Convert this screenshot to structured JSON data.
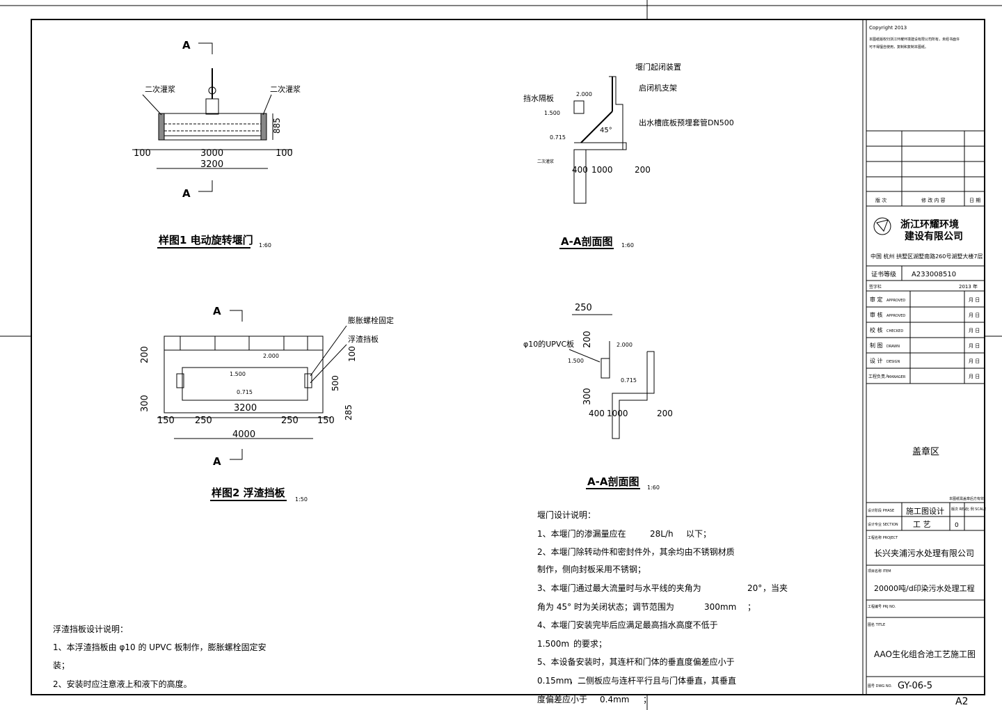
{
  "sheet": {
    "size_mark": "A2"
  },
  "fig1": {
    "section_mark": "A",
    "label_grout_left": "二次灌浆",
    "label_grout_right": "二次灌浆",
    "dims": {
      "left": "100",
      "inner": "3000",
      "right": "100",
      "total": "3200",
      "height": "885"
    },
    "title": "样图1 电动旋转堰门",
    "scale": "1:60"
  },
  "fig1_section": {
    "labels": {
      "gate_hoist": "堰门起闭装置",
      "hoist_frame": "启闭机支架",
      "baffle": "挡水隔板",
      "pipe": "出水槽底板预埋套管DN500",
      "grout": "二次灌浆"
    },
    "levels": {
      "l1": "2.000",
      "l2": "1.500",
      "l3": "0.715"
    },
    "angle": "45°",
    "dims": {
      "a": "400",
      "b": "1000",
      "c": "200"
    },
    "title": "A-A剖面图",
    "scale": "1:60"
  },
  "fig2": {
    "section_mark": "A",
    "labels": {
      "bolt": "膨胀螺栓固定",
      "board": "浮渣挡板"
    },
    "levels": {
      "l1": "2.000",
      "l2": "1.500",
      "l3": "0.715"
    },
    "dims": {
      "h1": "200",
      "h2": "300",
      "r1": "100",
      "r2": "500",
      "r3": "285",
      "inner": "3200",
      "a": "150",
      "b": "250",
      "c": "250",
      "d": "150",
      "total": "4000"
    },
    "title": "样图2 浮渣挡板",
    "scale": "1:50"
  },
  "fig2_section": {
    "labels": {
      "pipe_board": "φ10的UPVC板"
    },
    "levels": {
      "l1": "2.000",
      "l2": "1.500",
      "l3": "0.715"
    },
    "dims": {
      "top": "250",
      "v1": "200",
      "v2": "300",
      "a": "400",
      "b": "1000",
      "c": "200"
    },
    "title": "A-A剖面图",
    "scale": "1:60"
  },
  "notes_gate": {
    "heading": "堰门设计说明：",
    "lines": [
      {
        "text": "1、本堰门的渗漏量应在",
        "val": "28L/h",
        "tail": "以下；"
      },
      {
        "text": "2、本堰门除转动件和密封件外，其余均由不锈钢材质",
        "val": "",
        "tail": ""
      },
      {
        "text": "制作，侧向封板采用不锈钢；",
        "val": "",
        "tail": ""
      },
      {
        "text": "3、本堰门通过最大流量时与水平线的夹角为",
        "val": "20°",
        "tail": "，当夹"
      },
      {
        "text": "角为  45° 时为关闭状态；调节范围为",
        "val": "300mm",
        "tail": "；"
      },
      {
        "text": "4、本堰门安装完毕后应满足最高挡水高度不低于",
        "val": "",
        "tail": ""
      },
      {
        "text": "1.500m",
        "val": "",
        "tail": "的要求；"
      },
      {
        "text": "5、本设备安装时，其连杆和门体的垂直度偏差应小于",
        "val": "",
        "tail": ""
      },
      {
        "text": "0.15mm",
        "val": "",
        "tail": "，二侧板应与连杆平行且与门体垂直，其垂直"
      },
      {
        "text": "度偏差应小于",
        "val": "0.4mm",
        "tail": "；"
      }
    ]
  },
  "notes_board": {
    "heading": "浮渣挡板设计说明：",
    "lines": [
      "1、本浮渣挡板由       φ10 的 UPVC  板制作，膨胀螺栓固定安",
      "装；",
      "2、安装时应注意液上和液下的高度。"
    ]
  },
  "title_block": {
    "copyright": "Copyright 2013",
    "notice_1": "本图纸版权归浙江环耀环境建设有限公司所有，未经书面许",
    "notice_2": "可不得擅自使用，复制和复制本图纸。",
    "rev_headers": {
      "col1": "版 次",
      "col2": "修 改 内 容",
      "col3": "日 期"
    },
    "company_line1": "浙江环耀环境",
    "company_line2": "建设有限公司",
    "address": "中国 杭州  拱墅区湖墅南路260号湖墅大楼7层",
    "cert_label": "证书等级",
    "cert_value": "A233008510",
    "year_label": "签字栏",
    "year_value": "2013 年",
    "sign_rows": [
      {
        "cn": "审 定",
        "en": "APPROVED",
        "date": "月  日"
      },
      {
        "cn": "审 核",
        "en": "APPROVED",
        "date": "月  日"
      },
      {
        "cn": "校 核",
        "en": "CHECKED",
        "date": "月  日"
      },
      {
        "cn": "制 图",
        "en": "DRAWN",
        "date": "月  日"
      },
      {
        "cn": "设 计",
        "en": "DESIGN",
        "date": "月  日"
      },
      {
        "cn": "工程负责人",
        "en": "MANAGER",
        "date": "月  日"
      }
    ],
    "stamp_area": "盖章区",
    "stamp_note": "本图纸需盖章后方有效",
    "phase_label": "设计阶段 PHASE",
    "phase_value": "施工图设计",
    "rev_label": "版次 REV.",
    "scale_label": "比 例 SCALE",
    "section_label": "设计专业 SECTION",
    "section_value": "工  艺",
    "rev_value": "0",
    "project_label": "工程名称 PROJECT",
    "project_value": "长兴夹浦污水处理有限公司",
    "item_label": "项目名称 ITEM",
    "item_value": "20000吨/d印染污水处理工程",
    "prj_no_label": "工程编号 PRJ NO.",
    "title_label": "图名 TITLE",
    "title_value": "AAO生化组合池工艺施工图",
    "dwg_label": "图号 DWG NO.",
    "dwg_value": "GY-06-5"
  }
}
